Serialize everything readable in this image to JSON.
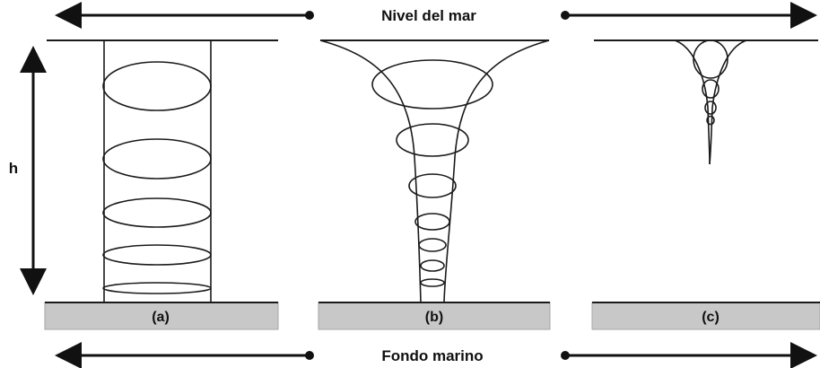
{
  "labels": {
    "sea_level": "Nivel del mar",
    "sea_floor": "Fondo marino",
    "height": "h"
  },
  "panels": [
    {
      "id": "a",
      "label": "(a)"
    },
    {
      "id": "b",
      "label": "(b)"
    },
    {
      "id": "c",
      "label": "(c)"
    }
  ],
  "colors": {
    "line": "#1a1a1a",
    "seafloor_fill": "#c8c8c8",
    "seafloor_stroke": "#a6a6a6",
    "text": "#111111"
  }
}
